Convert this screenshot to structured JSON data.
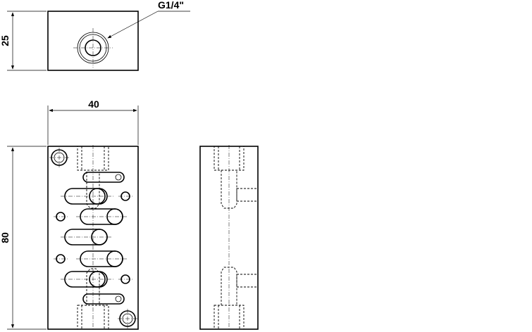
{
  "labels": {
    "thread": "G1/4\"",
    "height_top": "25",
    "width_front": "40",
    "height_front": "80"
  }
}
